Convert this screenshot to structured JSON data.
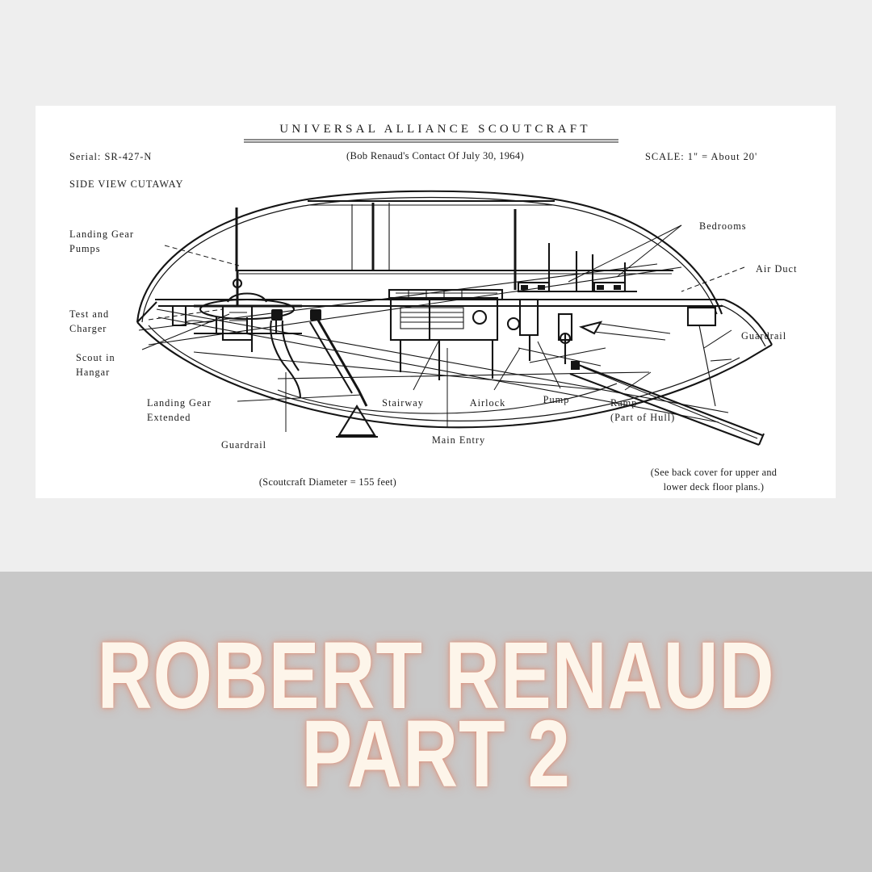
{
  "page": {
    "background_top": "#eeeeee",
    "background_bottom": "#c8c8c8"
  },
  "diagram": {
    "title": "UNIVERSAL   ALLIANCE   SCOUTCRAFT",
    "subtitle": "(Bob Renaud's Contact Of July 30, 1964)",
    "serial": "Serial: SR-427-N",
    "view": "SIDE VIEW CUTAWAY",
    "scale": "SCALE: 1\" = About 20'",
    "footnote_left": "(Scoutcraft Diameter = 155 feet)",
    "footnote_right_line1": "(See back cover for upper and",
    "footnote_right_line2": "lower deck floor plans.)",
    "labels": {
      "landing_gear_pumps_l1": "Landing Gear",
      "landing_gear_pumps_l2": "Pumps",
      "test_and_charger_l1": "Test and",
      "test_and_charger_l2": "Charger",
      "scout_in_hangar_l1": "Scout in",
      "scout_in_hangar_l2": "Hangar",
      "landing_gear_extended_l1": "Landing Gear",
      "landing_gear_extended_l2": "Extended",
      "guardrail_bottom": "Guardrail",
      "stairway": "Stairway",
      "main_entry": "Main Entry",
      "airlock": "Airlock",
      "pump": "Pump",
      "ramp_l1": "Ramp",
      "ramp_l2": "(Part of Hull)",
      "bedrooms": "Bedrooms",
      "air_duct": "Air Duct",
      "guardrail_right": "Guardrail"
    }
  },
  "title_card": {
    "line1": "ROBERT RENAUD",
    "line2": "PART 2",
    "text_color": "#fdf5ea",
    "glow_color": "#e08c73"
  }
}
